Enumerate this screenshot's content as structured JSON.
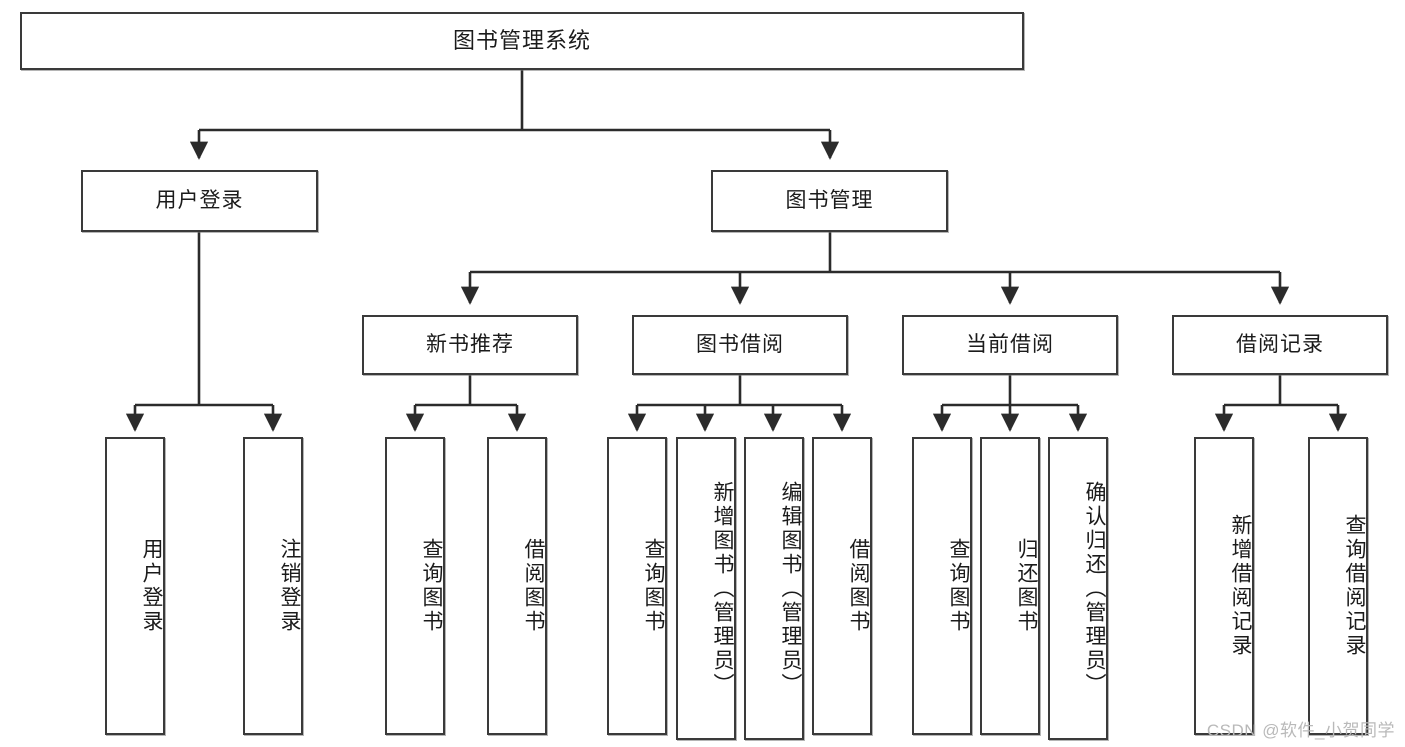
{
  "diagram": {
    "type": "tree",
    "title": "图书管理系统",
    "style": {
      "box_border": "#3a3a3a",
      "box_fill": "#ffffff",
      "edge_color": "#2b2b2b",
      "text_color": "#1b1b1b",
      "background": "#ffffff"
    },
    "watermark": "CSDN @软件_小贺同学",
    "nodes": {
      "root": {
        "label": "图书管理系统"
      },
      "level2": [
        {
          "label": "用户登录"
        },
        {
          "label": "图书管理"
        }
      ],
      "level3": [
        {
          "label": "新书推荐"
        },
        {
          "label": "图书借阅"
        },
        {
          "label": "当前借阅"
        },
        {
          "label": "借阅记录"
        }
      ],
      "leaves": {
        "user_login": [
          {
            "label": "用户登录"
          },
          {
            "label": "注销登录"
          }
        ],
        "new_book_recommend": [
          {
            "label": "查询图书"
          },
          {
            "label": "借阅图书"
          }
        ],
        "book_borrow": [
          {
            "label": "查询图书"
          },
          {
            "label": "新增图书（管理员）"
          },
          {
            "label": "编辑图书（管理员）"
          },
          {
            "label": "借阅图书"
          }
        ],
        "current_borrow": [
          {
            "label": "查询图书"
          },
          {
            "label": "归还图书"
          },
          {
            "label": "确认归还（管理员）"
          }
        ],
        "borrow_record": [
          {
            "label": "新增借阅记录"
          },
          {
            "label": "查询借阅记录"
          }
        ]
      }
    }
  }
}
